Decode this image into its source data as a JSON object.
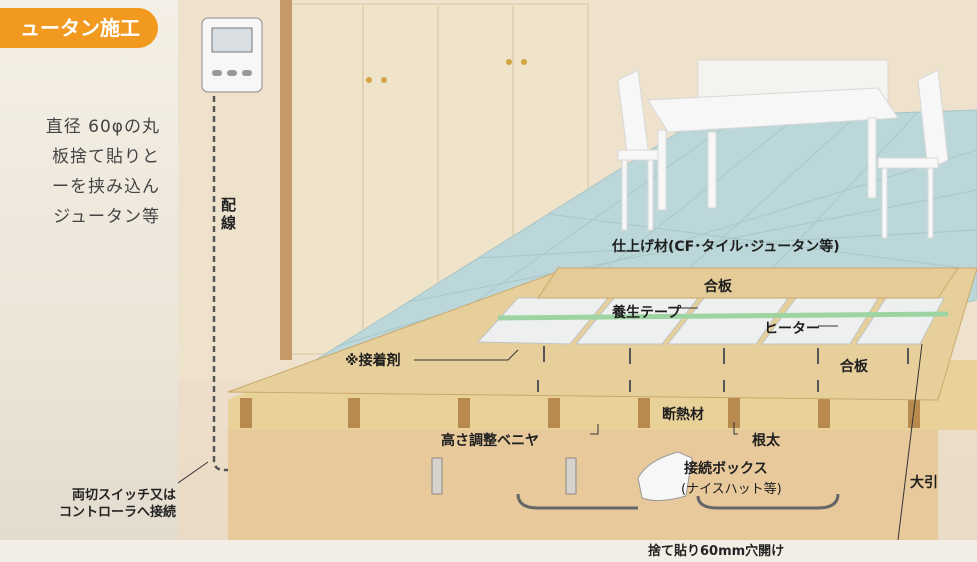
{
  "header": {
    "badge": "ュータン施工"
  },
  "description": {
    "lines": [
      "直径 60φの丸",
      "板捨て貼りと",
      "ーを挟み込ん",
      "ジュータン等"
    ]
  },
  "diagram": {
    "labels": {
      "wiring": [
        "配",
        "線"
      ],
      "finish": "仕上げ材(CF･タイル･ジュータン等)",
      "plywood_top": "合板",
      "curing_tape": "養生テープ",
      "heater": "ヒーター",
      "adhesive": "※接着剤",
      "plywood_mid": "合板",
      "insulation": "断熱材",
      "height_veneer": "高さ調整ベニヤ",
      "joist": "根太",
      "junction_box": "接続ボックス",
      "junction_box_note": "(ナイスハット等)",
      "girder": "大引",
      "switch_note": [
        "両切スイッチ又は",
        "コントローラへ接続"
      ],
      "hole_note": "捨て貼り60mm穴開け"
    }
  }
}
